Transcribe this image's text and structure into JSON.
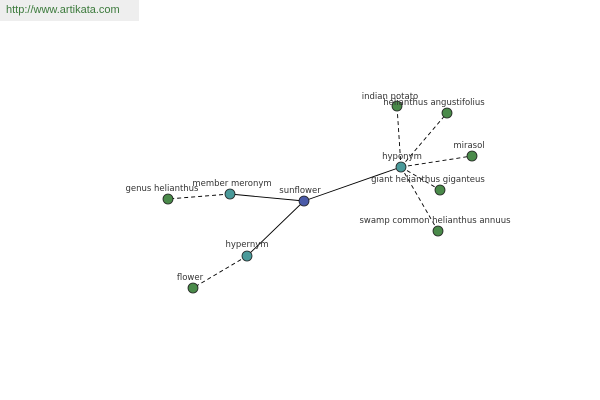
{
  "header": {
    "url": "http://www.artikata.com"
  },
  "colors": {
    "center_node": "#4a5aa8",
    "relation_node": "#4a9a9a",
    "leaf_node": "#4a8a4a",
    "node_stroke": "#222222",
    "edge": "#000000"
  },
  "graph": {
    "nodes": [
      {
        "id": "sunflower",
        "label": "sunflower",
        "kind": "center"
      },
      {
        "id": "hyponym",
        "label": "hyponym",
        "kind": "relation"
      },
      {
        "id": "member-meronym",
        "label": "member meronym",
        "kind": "relation"
      },
      {
        "id": "hypernym",
        "label": "hypernym",
        "kind": "relation"
      },
      {
        "id": "genus-helianthus",
        "label": "genus helianthus",
        "kind": "leaf"
      },
      {
        "id": "flower",
        "label": "flower",
        "kind": "leaf"
      },
      {
        "id": "indian-potato",
        "label": "indian potato",
        "kind": "leaf"
      },
      {
        "id": "helianthus-angustifolius",
        "label": "helianthus angustifolius",
        "kind": "leaf"
      },
      {
        "id": "mirasol",
        "label": "mirasol",
        "kind": "leaf"
      },
      {
        "id": "giant-helianthus-giganteus",
        "label": "giant helianthus giganteus",
        "kind": "leaf"
      },
      {
        "id": "swamp-common-helianthus-annuus",
        "label": "swamp common helianthus annuus",
        "kind": "leaf"
      }
    ],
    "edges": [
      {
        "from": "sunflower",
        "to": "hyponym",
        "style": "solid"
      },
      {
        "from": "sunflower",
        "to": "member-meronym",
        "style": "solid"
      },
      {
        "from": "sunflower",
        "to": "hypernym",
        "style": "solid"
      },
      {
        "from": "member-meronym",
        "to": "genus-helianthus",
        "style": "dashed"
      },
      {
        "from": "hypernym",
        "to": "flower",
        "style": "dashed"
      },
      {
        "from": "hyponym",
        "to": "indian-potato",
        "style": "dashed"
      },
      {
        "from": "hyponym",
        "to": "helianthus-angustifolius",
        "style": "dashed"
      },
      {
        "from": "hyponym",
        "to": "mirasol",
        "style": "dashed"
      },
      {
        "from": "hyponym",
        "to": "giant-helianthus-giganteus",
        "style": "dashed"
      },
      {
        "from": "hyponym",
        "to": "swamp-common-helianthus-annuus",
        "style": "dashed"
      }
    ]
  }
}
